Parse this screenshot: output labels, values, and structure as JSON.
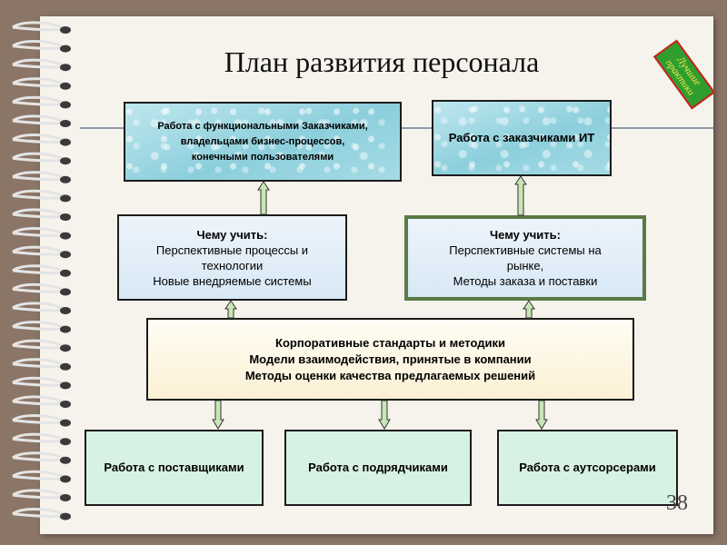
{
  "title": "План развития персонала",
  "badge": {
    "line1": "Лучшие",
    "line2": "практики"
  },
  "boxes": {
    "top_left": {
      "lines": [
        "Работа с функциональными Заказчиками,",
        "владельцами бизнес-процессов,",
        "конечными пользователями"
      ]
    },
    "top_right": {
      "text": "Работа с заказчиками ИТ"
    },
    "mid_left": {
      "heading": "Чему учить:",
      "lines": [
        "Перспективные процессы и",
        "технологии",
        "Новые внедряемые системы"
      ]
    },
    "mid_right": {
      "heading": "Чему учить:",
      "lines": [
        "Перспективные системы на",
        "рынке,",
        "Методы заказа и поставки"
      ]
    },
    "center": {
      "lines": [
        "Корпоративные стандарты и методики",
        "Модели взаимодействия, принятые в компании",
        "Методы оценки качества предлагаемых решений"
      ]
    },
    "bottom": [
      {
        "text": "Работа с поставщиками"
      },
      {
        "text": "Работа с подрядчиками"
      },
      {
        "text": "Работа с аутсорсерами"
      }
    ]
  },
  "page_number": "38",
  "colors": {
    "water": "#8ccfdc",
    "pale_blue": "#d7e8f5",
    "cream": "#fbf0d4",
    "mint": "#d7f2e2",
    "arrow_fill": "#c9e6b5"
  }
}
